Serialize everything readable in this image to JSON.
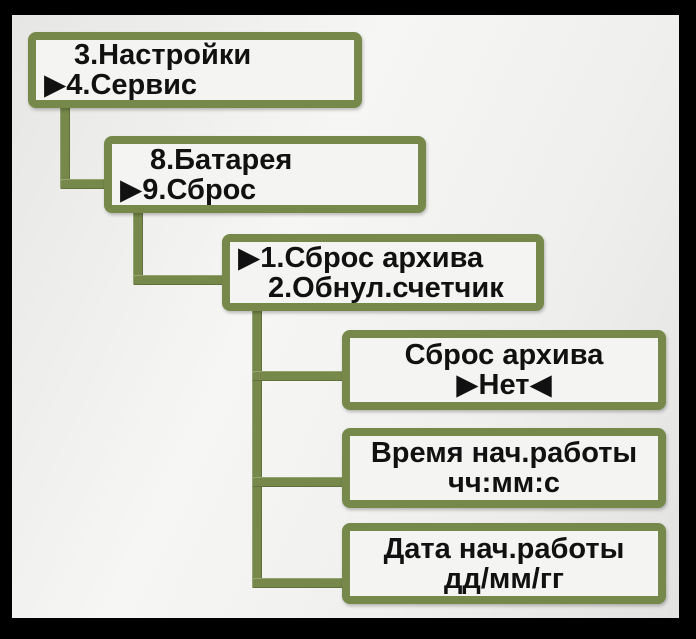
{
  "diagram": {
    "type": "menu-tree",
    "nodes": [
      {
        "id": "menu-settings-service",
        "line1": "3.Настройки",
        "line2": "▶4.Сервис"
      },
      {
        "id": "menu-battery-reset",
        "line1": "8.Батарея",
        "line2": "▶9.Сброс"
      },
      {
        "id": "menu-reset-archive",
        "line1": "▶1.Сброс архива",
        "line2": "2.Обнул.счетчик"
      },
      {
        "id": "screen-reset-archive",
        "line1": "Сброс архива",
        "line2": "▶Нет◀"
      },
      {
        "id": "screen-start-time",
        "line1": "Время нач.работы",
        "line2": "чч:мм:с"
      },
      {
        "id": "screen-start-date",
        "line1": "Дата нач.работы",
        "line2": "дд/мм/гг"
      }
    ],
    "cursor_glyphs": {
      "right": "▶",
      "left": "◀"
    },
    "colors": {
      "green": "#76894a",
      "canvas_bg": "#efefed",
      "box_bg": "#f4f4f2",
      "frame": "#000000",
      "text": "#111111"
    }
  }
}
